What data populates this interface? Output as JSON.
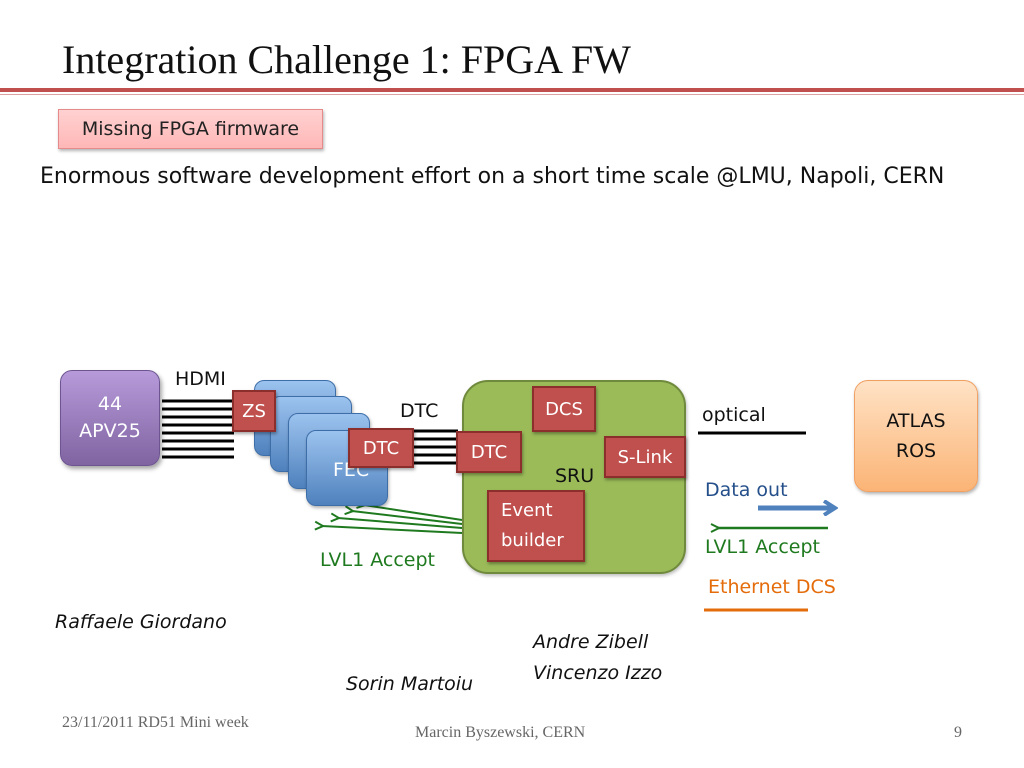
{
  "slide": {
    "title": "Integration Challenge 1: FPGA FW",
    "tag": "Missing FPGA firmware",
    "subtitle": "Enormous software development effort on a short time scale @LMU, Napoli, CERN"
  },
  "diagram": {
    "apv": {
      "line1": "44",
      "line2": "APV25"
    },
    "hdmi_label": "HDMI",
    "zs_label": "ZS",
    "fec_label": "FEC",
    "dtc_fec_label": "DTC",
    "dtc_link_label": "DTC",
    "dtc_sru_label": "DTC",
    "sru_label": "SRU",
    "dcs_label": "DCS",
    "slink_label": "S-Link",
    "event_builder": {
      "line1": "Event",
      "line2": "builder"
    },
    "optical_label": "optical",
    "atlas": {
      "line1": "ATLAS",
      "line2": "ROS"
    },
    "data_out_label": "Data out",
    "lvl1_left_label": "LVL1 Accept",
    "lvl1_right_label": "LVL1 Accept",
    "ethernet_dcs_label": "Ethernet DCS",
    "colors": {
      "sru": "#9bbb59",
      "red_box": "#c0504d",
      "fec": "#4f81bd",
      "apv": "#8064a2",
      "atlas": "#fbb476",
      "lvl1": "#1f7a1f",
      "data_out": "#4f81bd",
      "ethernet": "#e46c0a"
    }
  },
  "authors": {
    "giordano": "Raffaele Giordano",
    "zibell": "Andre Zibell",
    "izzo": "Vincenzo Izzo",
    "martoiu": "Sorin Martoiu"
  },
  "footer": {
    "date": "23/11/2011 RD51 Mini week",
    "presenter": "Marcin Byszewski, CERN",
    "page": "9"
  }
}
